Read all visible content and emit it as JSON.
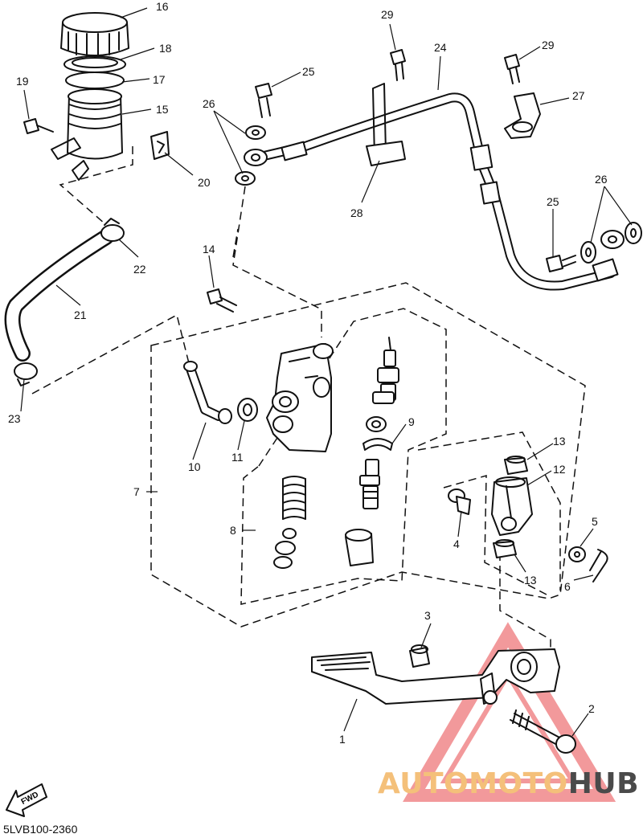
{
  "parts": [
    {
      "id": "16",
      "label": "16"
    },
    {
      "id": "18",
      "label": "18"
    },
    {
      "id": "17",
      "label": "17"
    },
    {
      "id": "19",
      "label": "19"
    },
    {
      "id": "15",
      "label": "15"
    },
    {
      "id": "20",
      "label": "20"
    },
    {
      "id": "29a",
      "label": "29"
    },
    {
      "id": "24",
      "label": "24"
    },
    {
      "id": "29b",
      "label": "29"
    },
    {
      "id": "25a",
      "label": "25"
    },
    {
      "id": "27",
      "label": "27"
    },
    {
      "id": "26a",
      "label": "26"
    },
    {
      "id": "28",
      "label": "28"
    },
    {
      "id": "26b",
      "label": "26"
    },
    {
      "id": "25b",
      "label": "25"
    },
    {
      "id": "22",
      "label": "22"
    },
    {
      "id": "21",
      "label": "21"
    },
    {
      "id": "14",
      "label": "14"
    },
    {
      "id": "23",
      "label": "23"
    },
    {
      "id": "9",
      "label": "9"
    },
    {
      "id": "10",
      "label": "10"
    },
    {
      "id": "11",
      "label": "11"
    },
    {
      "id": "13a",
      "label": "13"
    },
    {
      "id": "12",
      "label": "12"
    },
    {
      "id": "7",
      "label": "7"
    },
    {
      "id": "8",
      "label": "8"
    },
    {
      "id": "4",
      "label": "4"
    },
    {
      "id": "5",
      "label": "5"
    },
    {
      "id": "13b",
      "label": "13"
    },
    {
      "id": "6",
      "label": "6"
    },
    {
      "id": "3",
      "label": "3"
    },
    {
      "id": "2",
      "label": "2"
    },
    {
      "id": "1",
      "label": "1"
    }
  ],
  "fwd_label": "FWD",
  "diagram_code": "5LVB100-2360",
  "watermark": {
    "text_a": "AUTOMOTO",
    "text_b": "HUB",
    "color_a": "#f4c07a",
    "color_b": "#4a4a4a",
    "triangle_color": "#e8474a"
  }
}
